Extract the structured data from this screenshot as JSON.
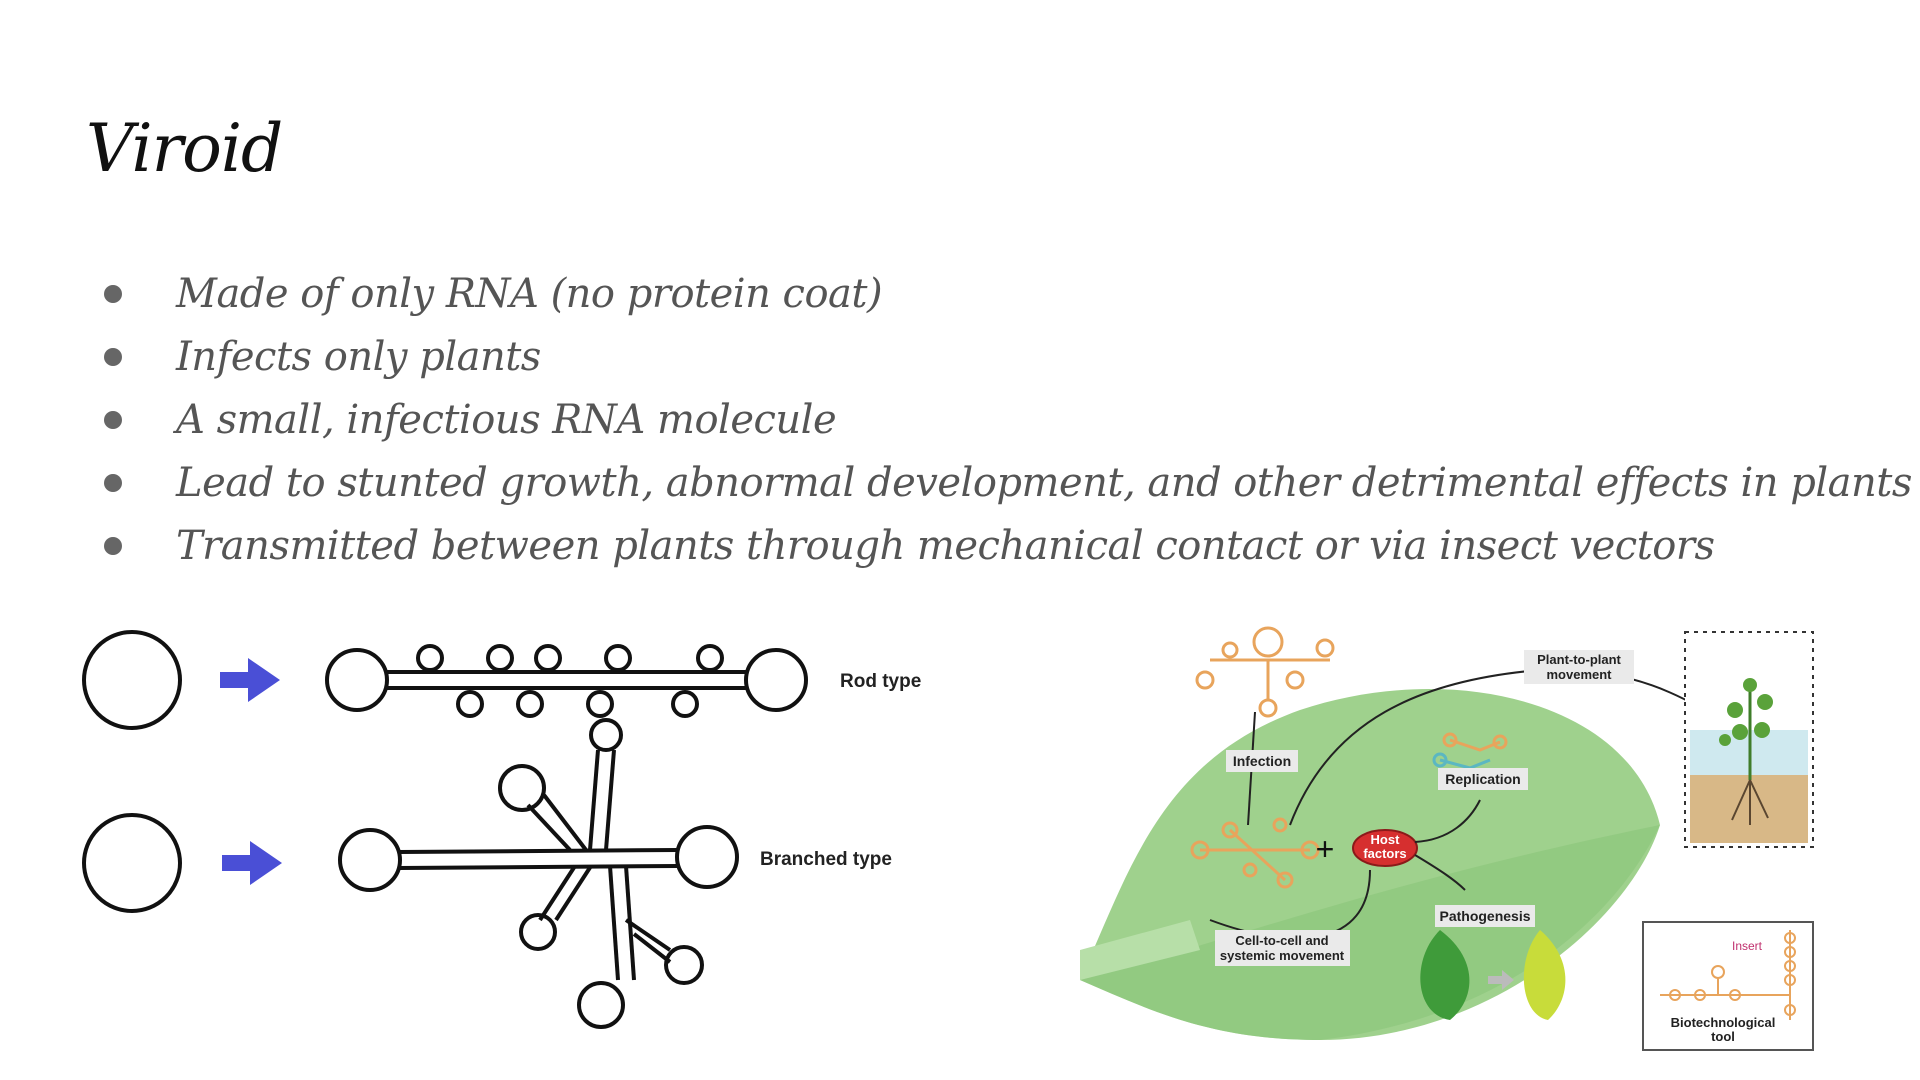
{
  "slide": {
    "title": "Viroid",
    "bullets": [
      "Made of only RNA (no protein coat)",
      "Infects only plants",
      "A small, infectious RNA molecule",
      "Lead to stunted growth, abnormal development, and other detrimental effects in plants",
      "Transmitted between plants through mechanical contact or via insect vectors"
    ]
  },
  "structure_diagram": {
    "rod_label": "Rod type",
    "branched_label": "Branched type",
    "arrow_color": "#4a4fd6"
  },
  "lifecycle_diagram": {
    "infection_label": "Infection",
    "plant_to_plant_label": [
      "Plant-to-plant",
      "movement"
    ],
    "replication_label": "Replication",
    "host_factors_label": [
      "Host",
      "factors"
    ],
    "pathogenesis_label": "Pathogenesis",
    "cell_movement_label": [
      "Cell-to-cell and",
      "systemic movement"
    ],
    "biotech_label": [
      "Biotechnological",
      "tool"
    ],
    "insert_label": "Insert",
    "plus_sign": "+",
    "leaf_color": "#9fd18d",
    "viroid_color": "#e8a45c",
    "host_factor_color": "#d62f2f"
  }
}
